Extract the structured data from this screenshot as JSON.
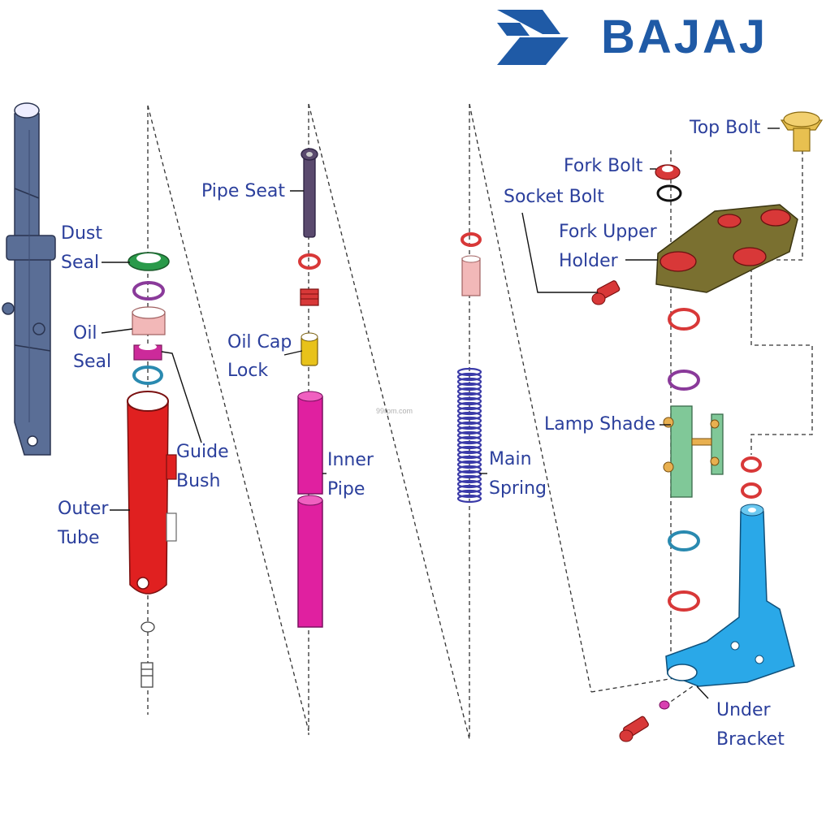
{
  "brand": {
    "name": "BAJAJ",
    "color": "#1f5aa6"
  },
  "watermark": "99rpm.com",
  "label_color": "#2b3f9c",
  "labels": {
    "top_bolt": "Top Bolt",
    "fork_bolt": "Fork Bolt",
    "socket_bolt": "Socket Bolt",
    "fork_upper_holder_1": "Fork Upper",
    "fork_upper_holder_2": "Holder",
    "pipe_seat": "Pipe Seat",
    "dust_seal_1": "Dust",
    "dust_seal_2": "Seal",
    "oil_seal_1": "Oil",
    "oil_seal_2": "Seal",
    "oil_cap_lock_1": "Oil Cap",
    "oil_cap_lock_2": "Lock",
    "guide_bush_1": "Guide",
    "guide_bush_2": "Bush",
    "inner_pipe_1": "Inner",
    "inner_pipe_2": "Pipe",
    "main_spring_1": "Main",
    "main_spring_2": "Spring",
    "lamp_shade": "Lamp Shade",
    "outer_tube_1": "Outer",
    "outer_tube_2": "Tube",
    "under_bracket_1": "Under",
    "under_bracket_2": "Bracket"
  },
  "part_colors": {
    "fork_tube": "#5a6e96",
    "dust_seal": "#2a9a4a",
    "oil_seal": "#f2b8b8",
    "guide_bush": "#cc2a9a",
    "outer_tube": "#e02020",
    "pipe_seat": "#5a4a6e",
    "oil_cap_lock": "#e8c21a",
    "inner_pipe": "#e020a0",
    "main_spring": "#3a3aa8",
    "lamp_shade": "#80c898",
    "top_bolt": "#e8c050",
    "fork_upper_holder": "#7a7030",
    "under_bracket": "#2aa8e8",
    "ring_red": "#d83838",
    "ring_teal": "#2a8ab0",
    "ring_purple": "#8a3a9a"
  }
}
